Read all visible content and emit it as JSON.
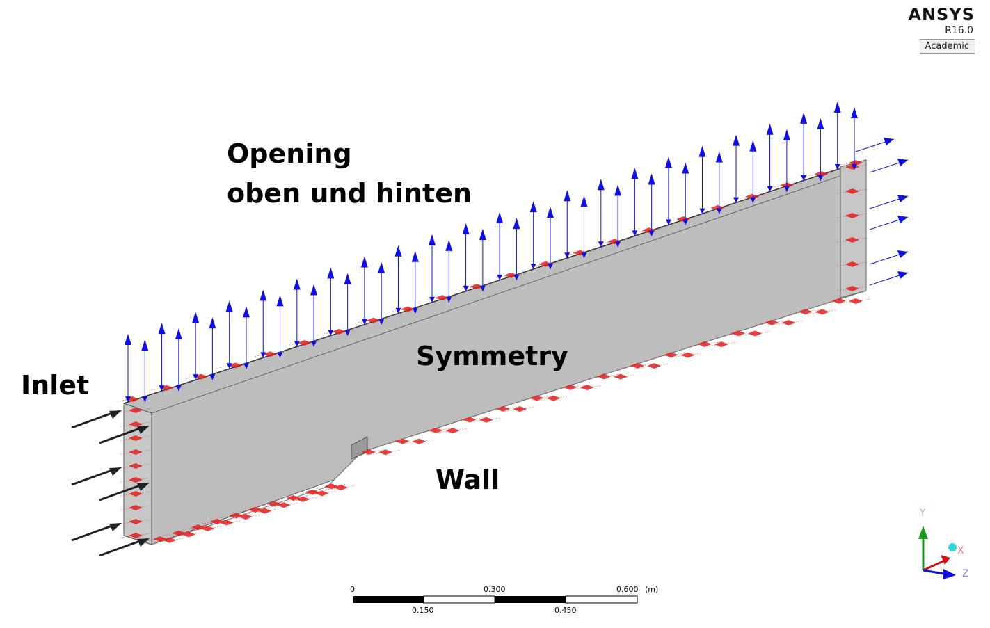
{
  "branding": {
    "name": "ANSYS",
    "version": "R16.0",
    "edition": "Academic"
  },
  "annotations": {
    "opening_line1": "Opening",
    "opening_line2": "oben und hinten",
    "symmetry": "Symmetry",
    "inlet": "Inlet",
    "wall": "Wall"
  },
  "scale_bar": {
    "top_labels": [
      "0",
      "0.300",
      "0.600"
    ],
    "bottom_labels": [
      "0.150",
      "0.450"
    ],
    "unit": "(m)"
  },
  "triad": {
    "y": "Y",
    "x": "X",
    "z": "Z",
    "colors": {
      "y": "#1a9a1a",
      "x": "#d01010",
      "z": "#1010e0"
    }
  },
  "colors": {
    "opening_arrow": "#1010e0",
    "inlet_arrow": "#202020",
    "wall_marker": "#e02020",
    "body": "#bdbdbd"
  }
}
